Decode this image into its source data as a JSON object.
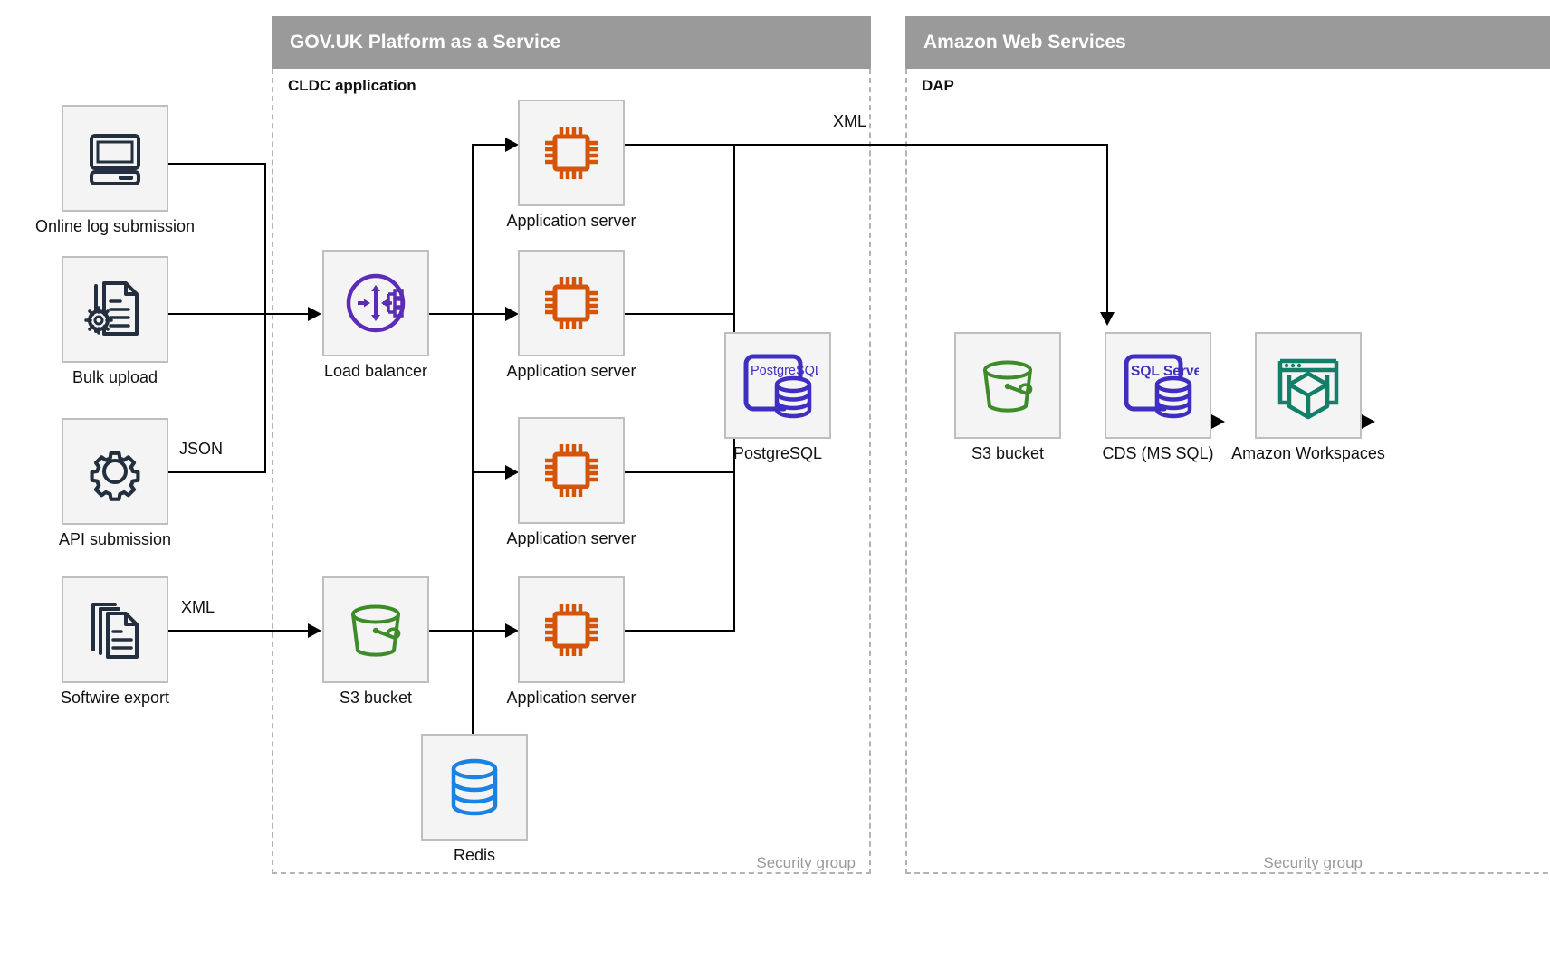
{
  "groups": [
    {
      "id": "paas",
      "title": "GOV.UK Platform as a Service",
      "subtitle": "CLDC application",
      "footer": "Security group"
    },
    {
      "id": "aws",
      "title": "Amazon Web Services",
      "subtitle": "DAP",
      "footer": "Security group"
    }
  ],
  "nodes": {
    "online_log": {
      "label": "Online log submission",
      "icon": "desktop-computer-icon"
    },
    "bulk_upload": {
      "label": "Bulk upload",
      "icon": "document-gear-icon"
    },
    "api_submission": {
      "label": "API submission",
      "icon": "gear-icon"
    },
    "softwire": {
      "label": "Softwire export",
      "icon": "documents-stack-icon"
    },
    "load_balancer": {
      "label": "Load balancer",
      "icon": "load-balancer-icon"
    },
    "s3_paas": {
      "label": "S3 bucket",
      "icon": "s3-bucket-icon"
    },
    "app1": {
      "label": "Application server",
      "icon": "cpu-chip-icon"
    },
    "app2": {
      "label": "Application server",
      "icon": "cpu-chip-icon"
    },
    "app3": {
      "label": "Application server",
      "icon": "cpu-chip-icon"
    },
    "app4": {
      "label": "Application server",
      "icon": "cpu-chip-icon"
    },
    "redis": {
      "label": "Redis",
      "icon": "database-cylinder-icon"
    },
    "postgres": {
      "label": "PostgreSQL",
      "icon": "postgresql-icon",
      "icon_text": "PostgreSQL"
    },
    "s3_aws": {
      "label": "S3 bucket",
      "icon": "s3-bucket-icon"
    },
    "cds": {
      "label": "CDS (MS SQL)",
      "icon": "sql-server-icon",
      "icon_text": "SQL Server"
    },
    "workspaces": {
      "label": "Amazon Workspaces",
      "icon": "amazon-workspaces-icon"
    }
  },
  "edge_labels": {
    "json": "JSON",
    "xml_softwire": "XML",
    "xml_app_to_s3": "XML"
  },
  "colors": {
    "header_gray": "#9a9a9a",
    "box_fill": "#f4f4f4",
    "box_border": "#bfbfbf",
    "dark_navy": "#232f3e",
    "orange": "#d4540a",
    "purple": "#5c2bb8",
    "indigo": "#3f2fc0",
    "green": "#3c8c2a",
    "blue": "#1a82e2",
    "teal": "#127f68",
    "line": "#000000",
    "muted": "#9a9a9a"
  }
}
